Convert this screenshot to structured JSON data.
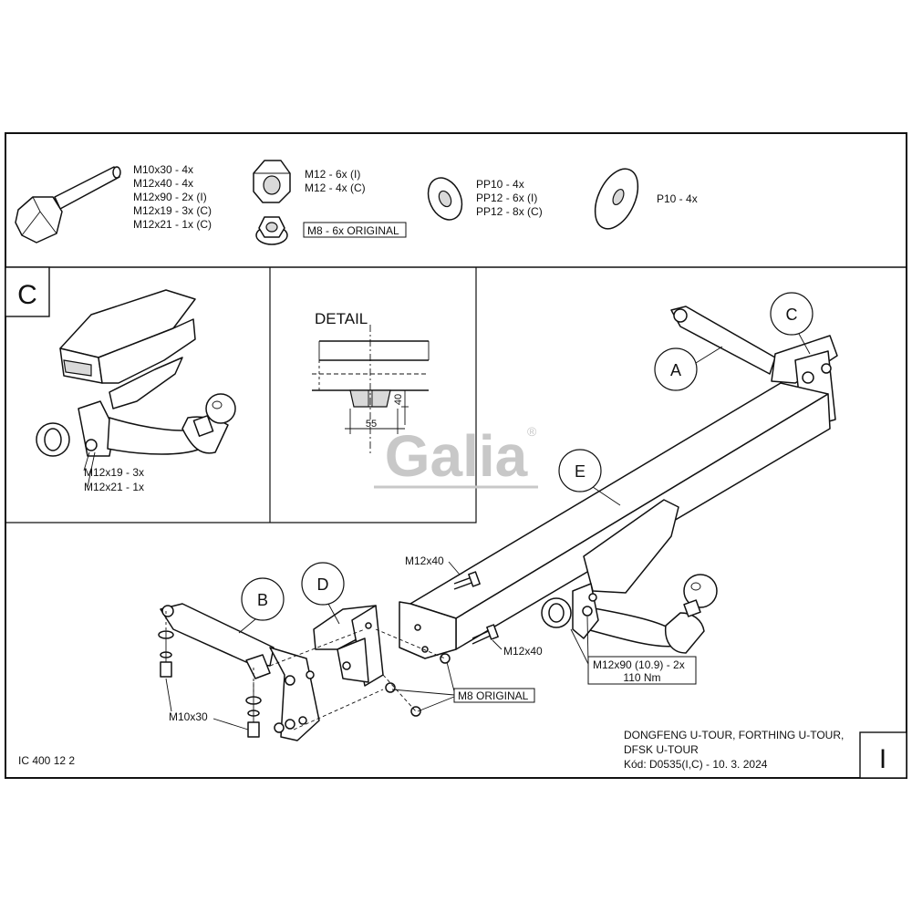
{
  "hardware": {
    "bolt_specs": [
      "M10x30 - 4x",
      "M12x40 - 4x",
      "M12x90 - 2x (I)",
      "M12x19 - 3x (C)",
      "M12x21 - 1x (C)"
    ],
    "nut_specs": [
      "M12 - 6x (I)",
      "M12 - 4x (C)"
    ],
    "flange_nut_spec": "M8 - 6x ORIGINAL",
    "washer_specs": [
      "PP10 - 4x",
      "PP12 - 6x (I)",
      "PP12 - 8x (C)"
    ],
    "large_washer_spec": "P10 - 4x"
  },
  "panel_c": {
    "tag": "C",
    "bolt_labels": [
      "M12x19 - 3x",
      "M12x21 - 1x"
    ]
  },
  "detail": {
    "title": "DETAIL",
    "dim_width": "55",
    "dim_height": "40"
  },
  "watermark": {
    "brand": "Galia",
    "registered": "®"
  },
  "main": {
    "callouts": {
      "a": "A",
      "b": "B",
      "c": "C",
      "d": "D",
      "e": "E"
    },
    "m12x40_top": "M12x40",
    "m12x40_bottom": "M12x40",
    "m8_label": "M8 ORIGINAL",
    "m10x30_label": "M10x30",
    "torque_line1": "M12x90 (10.9) - 2x",
    "torque_line2": "110 Nm"
  },
  "footer": {
    "doc_id": "IC 400 12 2",
    "vehicle_line1": "DONGFENG U-TOUR, FORTHING U-TOUR,",
    "vehicle_line2": "DFSK U-TOUR",
    "code_line": "Kód: D0535(I,C) - 10. 3. 2024",
    "sheet_tag": "I"
  }
}
